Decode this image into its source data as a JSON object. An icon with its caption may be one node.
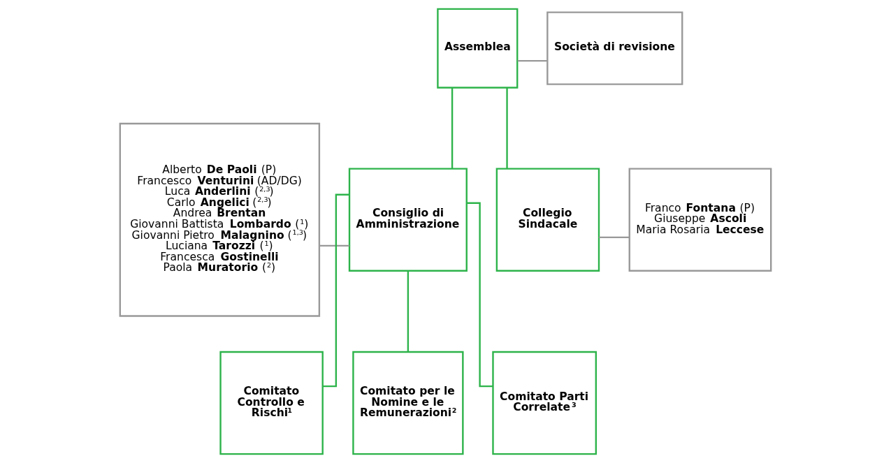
{
  "diagram": {
    "nodes": [
      {
        "text": [
          "Assemblea"
        ]
      },
      {
        "text": [
          "Società di revisione"
        ]
      },
      {
        "text": [
          "Alberto **De Paoli** (P)",
          "Francesco **Venturini** (AD/DG)",
          "Luca **Anderlini** ($^{2,3}$)",
          "Carlo **Angelici** ($^{2,3}$)",
          "Andrea **Brentan**",
          "Giovanni Battista **Lombardo** ($^{1}$)",
          "Giovanni Pietro **Malagnino** ($^{1,3}$)",
          "Luciana **Tarozzi** ($^{1}$)",
          "Francesca **Gostinelli**",
          "Paola **Muratorio** ($^{2}$)"
        ]
      },
      {
        "text": [
          "Consiglio di Amministrazione"
        ]
      },
      {
        "text": [
          "Collegio Sindacale"
        ]
      },
      {
        "text": [
          "Franco **Fontana** (P)",
          "Giuseppe **Ascoli**",
          "Maria Rosaria **Leccese**"
        ]
      },
      {
        "text": [
          "Comitato Controllo e Rischi$^{1}$"
        ]
      },
      {
        "text": [
          "Comitato per le Nomine e le Remunerazioni$^{2}$"
        ]
      },
      {
        "text": [
          "Comitato Parti Correlate$^{3}$"
        ]
      }
    ],
    "edges": [
      {
        "from": 0,
        "to": 1,
        "arrow": "none",
        "color": "#999999"
      },
      {
        "from": 0,
        "to": 3,
        "arrow": "none"
      },
      {
        "from": 0,
        "to": 4,
        "arrow": "none"
      },
      {
        "from": 2,
        "to": 3,
        "arrow": "none",
        "color": "#999999"
      },
      {
        "from": 4,
        "to": 5,
        "arrow": "none",
        "color": "#999999"
      },
      {
        "from": 3,
        "to": 6,
        "arrow": "none"
      },
      {
        "from": 3,
        "to": 7,
        "arrow": "none"
      },
      {
        "from": 3,
        "to": 8,
        "arrow": "none"
      }
    ]
  }
}
